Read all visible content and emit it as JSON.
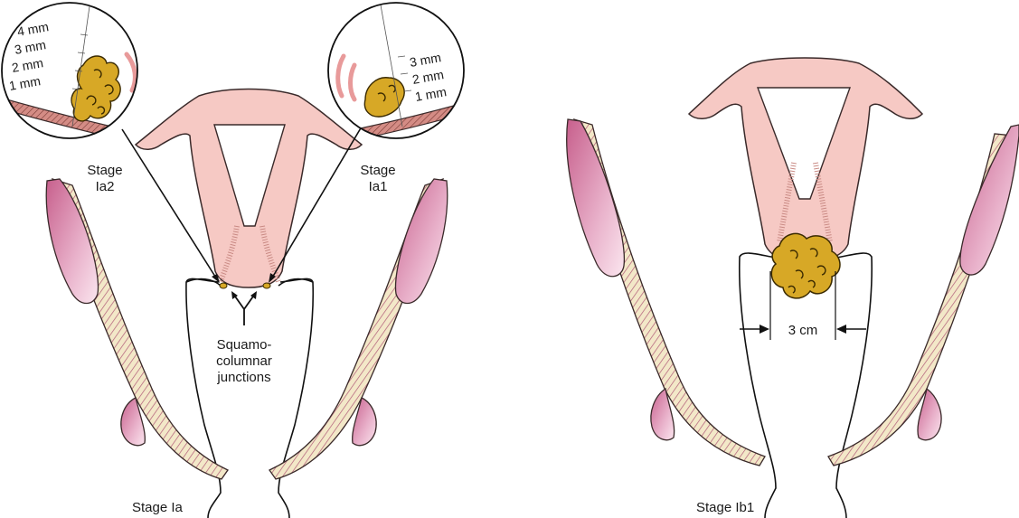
{
  "colors": {
    "uterus_fill": "#f6c9c4",
    "uterus_stroke": "#3a2a2a",
    "tumor_fill": "#d7a826",
    "tumor_stroke": "#3a2a00",
    "ovary_fill": "#e6a8c3",
    "tube_fill": "#f3e8c8",
    "tube_stripe": "#b05a78",
    "wall_fill": "#c97b74",
    "line": "#111111"
  },
  "left_panel": {
    "stage_label": "Stage Ia",
    "junction_label_lines": [
      "Squamo-",
      "columnar",
      "junctions"
    ],
    "inset_left": {
      "stage_lines": [
        "Stage",
        "Ia2"
      ],
      "scale": [
        "4 mm",
        "3 mm",
        "2 mm",
        "1 mm"
      ]
    },
    "inset_right": {
      "stage_lines": [
        "Stage",
        "Ia1"
      ],
      "scale": [
        "3 mm",
        "2 mm",
        "1 mm"
      ]
    }
  },
  "right_panel": {
    "stage_label": "Stage Ib1",
    "measure_label": "3 cm"
  }
}
